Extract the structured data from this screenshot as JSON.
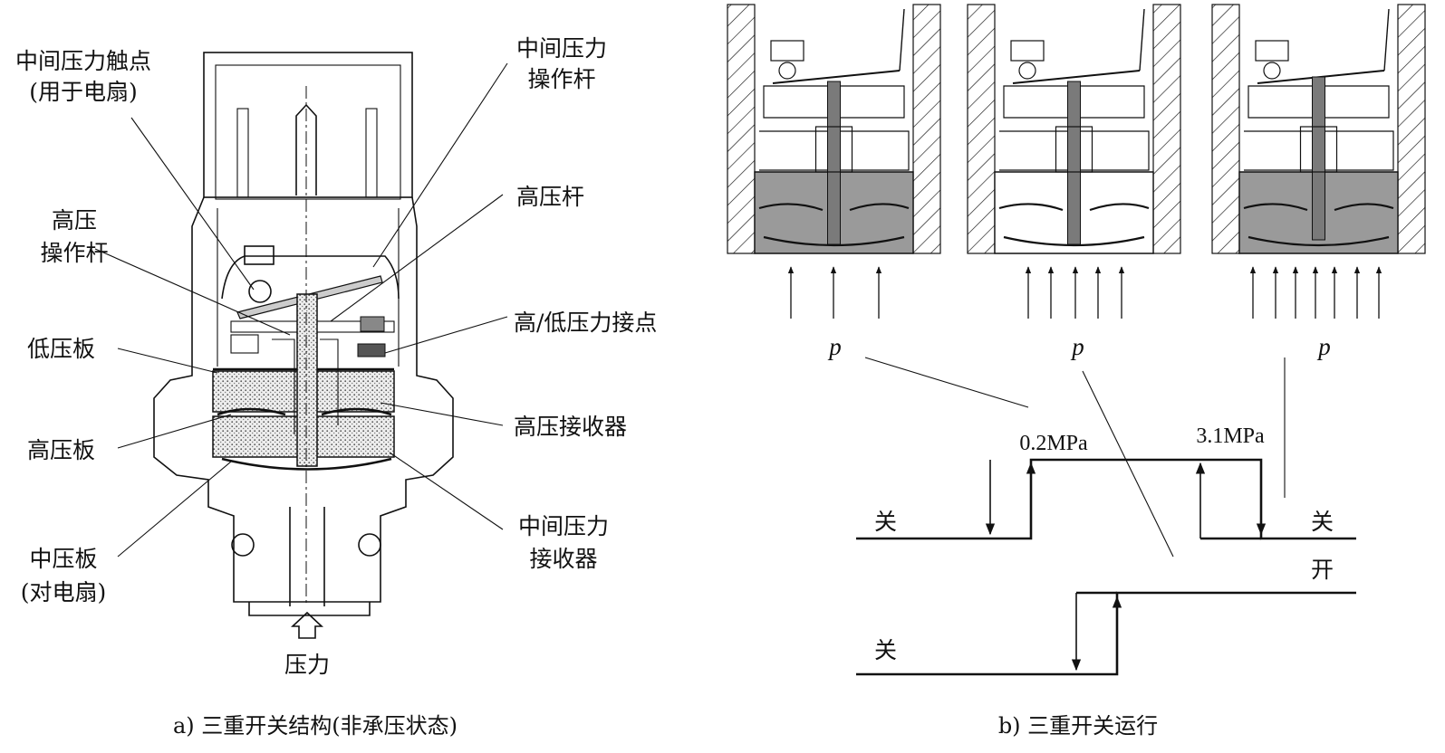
{
  "left": {
    "labels": {
      "mid_contact_1": "中间压力触点",
      "mid_contact_2": "(用于电扇)",
      "mid_lever_1": "中间压力",
      "mid_lever_2": "操作杆",
      "high_lever_1": "高压",
      "high_lever_2": "操作杆",
      "high_rod": "高压杆",
      "hl_contact": "高/低压力接点",
      "low_plate": "低压板",
      "high_receiver": "高压接收器",
      "high_plate": "高压板",
      "mid_plate_1": "中压板",
      "mid_plate_2": "(对电扇)",
      "mid_receiver_1": "中间压力",
      "mid_receiver_2": "接收器",
      "pressure": "压力"
    },
    "caption": "a) 三重开关结构(非承压状态)"
  },
  "right": {
    "p_symbol": "p",
    "threshold_low": "0.2MPa",
    "threshold_high": "3.1MPa",
    "off_label": "关",
    "on_label": "开",
    "caption": "b) 三重开关运行"
  }
}
